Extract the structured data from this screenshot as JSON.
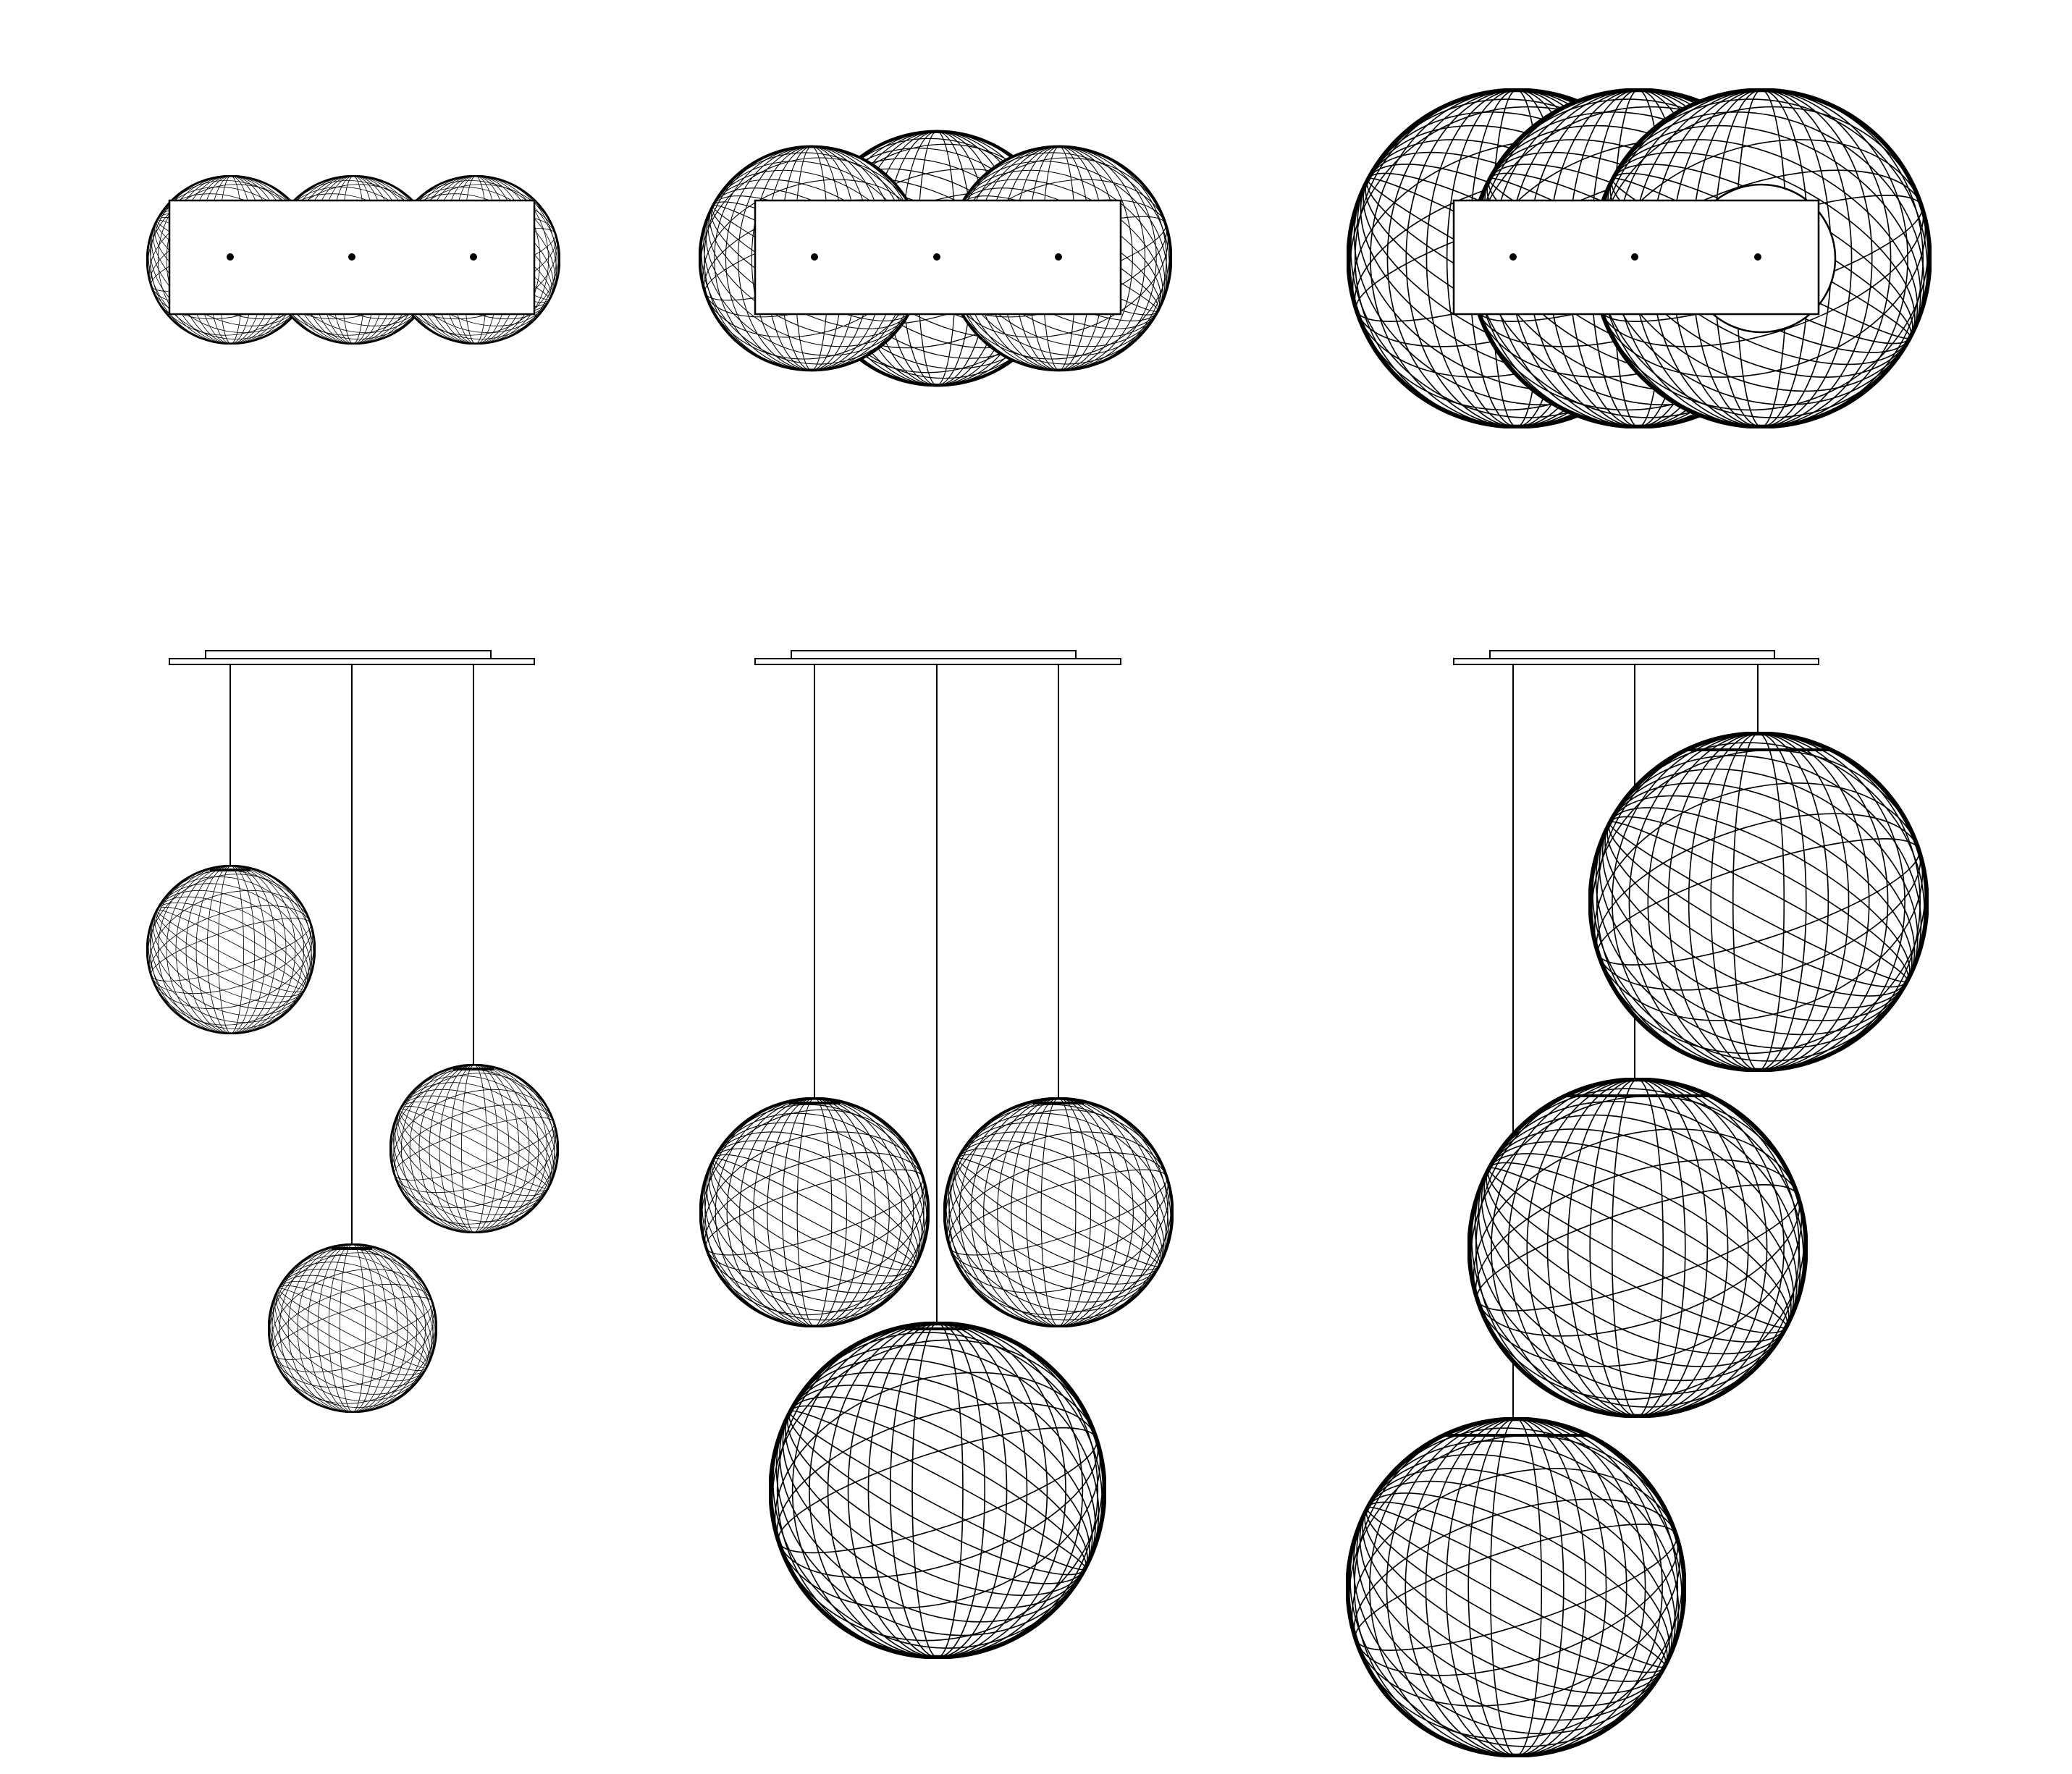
{
  "drawing": {
    "background": "#ffffff",
    "line_color": "#000000",
    "plan_views": [
      {
        "name": "plan-small-trio",
        "pendant_count": 3
      },
      {
        "name": "plan-mixed-trio",
        "pendant_count": 3
      },
      {
        "name": "plan-large-trio",
        "pendant_count": 3
      }
    ],
    "elevation_views": [
      {
        "name": "elevation-small-trio",
        "pendant_count": 3
      },
      {
        "name": "elevation-mixed-trio",
        "pendant_count": 3
      },
      {
        "name": "elevation-large-trio",
        "pendant_count": 3
      }
    ]
  }
}
